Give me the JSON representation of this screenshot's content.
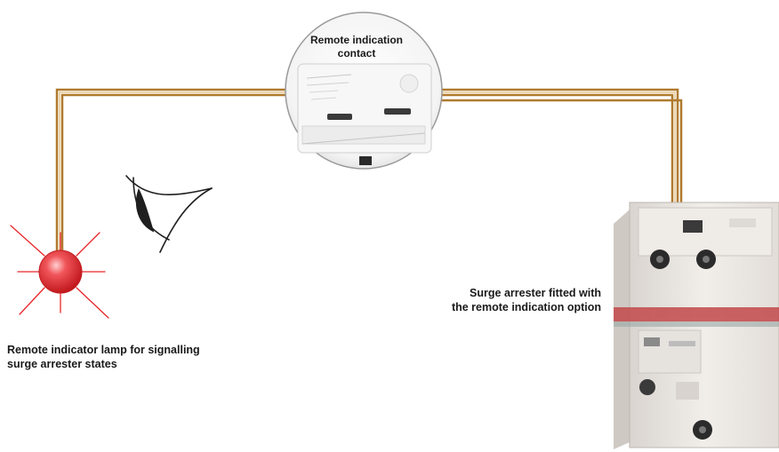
{
  "labels": {
    "contact_line1": "Remote indication",
    "contact_line2": "contact",
    "lamp_line1": "Remote indicator lamp for signalling",
    "lamp_line2": "surge arrester states",
    "arrester_line1": "Surge arrester fitted with",
    "arrester_line2": "the remote indication option"
  },
  "colors": {
    "wire": "#b07a2e",
    "wire_light": "#e7c995",
    "lamp": "#e8262a",
    "lamp_rays": "#e8262a",
    "outline": "#222222",
    "device_body": "#ece8e3",
    "device_stripe": "#c2484a"
  },
  "icons": {
    "eye": "eye-icon",
    "lamp": "lamp-icon",
    "contact": "remote-indication-contact-image",
    "arrester": "surge-arrester-image"
  }
}
